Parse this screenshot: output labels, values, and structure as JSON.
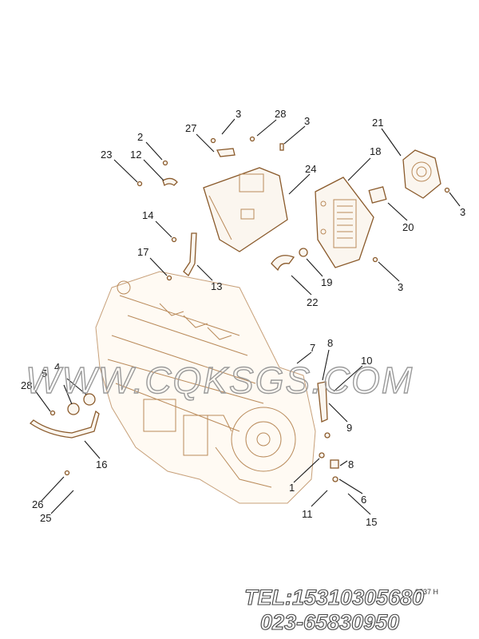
{
  "callouts": [
    "3",
    "28",
    "27",
    "3",
    "2",
    "23",
    "12",
    "24",
    "18",
    "21",
    "3",
    "20",
    "14",
    "17",
    "13",
    "19",
    "22",
    "3",
    "7",
    "8",
    "10",
    "4",
    "5",
    "28",
    "9",
    "16",
    "8",
    "1",
    "6",
    "11",
    "15",
    "26",
    "25"
  ],
  "watermark": "WWW.CQKSGS.COM",
  "contact": {
    "tel": "TEL:15310305680",
    "phone": "023-65830950"
  },
  "drawing_ref": "9537 H",
  "colors": {
    "part_line": "#8a5a2b",
    "engine_line": "#c7a07a",
    "watermark": "#9a9a9a"
  }
}
